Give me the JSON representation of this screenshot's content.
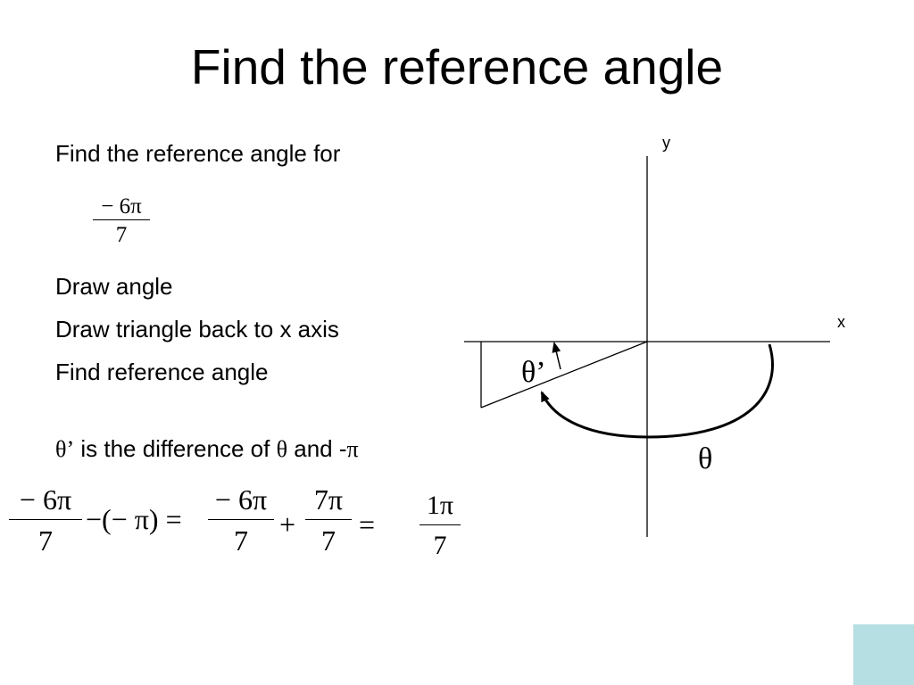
{
  "slide": {
    "title": "Find the reference angle",
    "prompt": "Find the reference angle for",
    "given_fraction": {
      "numerator": "− 6π",
      "denominator": "7"
    },
    "steps": [
      "Draw angle",
      "Draw triangle back to x axis",
      "Find reference angle"
    ],
    "difference_note": {
      "theta_prime": "θ’",
      "text_middle": " is the difference of ",
      "theta": "θ",
      "text_and": " and -",
      "pi": "π"
    },
    "equation": {
      "frac1": {
        "numerator": "− 6π",
        "denominator": "7"
      },
      "minus_paren": "−(− π) =",
      "frac2": {
        "numerator": "− 6π",
        "denominator": "7"
      },
      "plus": "+",
      "frac3": {
        "numerator": "7π",
        "denominator": "7"
      },
      "equals": "=",
      "result": {
        "numerator": "1π",
        "denominator": "7"
      }
    }
  },
  "diagram": {
    "y_axis_label": "y",
    "x_axis_label": "x",
    "reference_angle_label": "θ’",
    "angle_label": "θ"
  },
  "colors": {
    "background": "#ffffff",
    "text": "#000000",
    "corner_accent": "#b6dfe3"
  }
}
